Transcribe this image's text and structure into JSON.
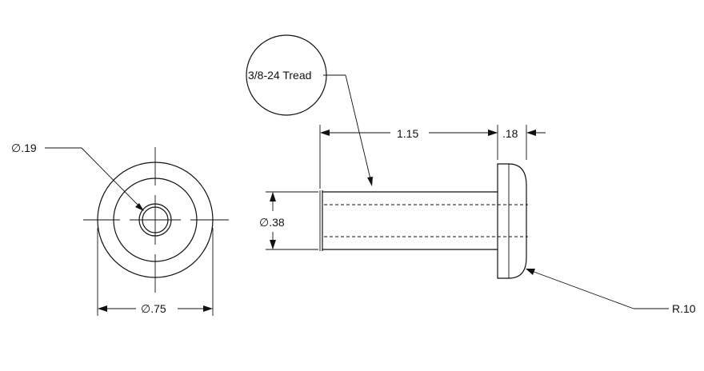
{
  "front_view": {
    "hole_diameter_label": "∅.19",
    "outer_diameter_label": "∅.75"
  },
  "side_view": {
    "thread_callout": "3/8-24 Tread",
    "shaft_length_label": "1.15",
    "head_thickness_label": ".18",
    "shaft_diameter_label": "∅.38",
    "head_radius_label": "R.10"
  }
}
